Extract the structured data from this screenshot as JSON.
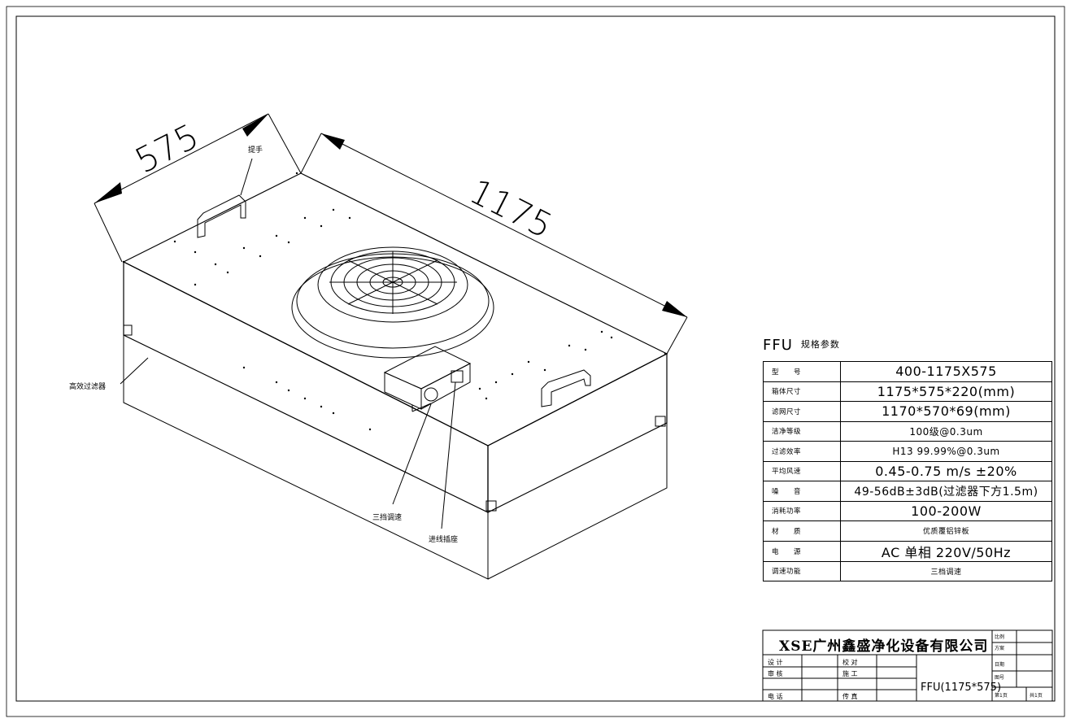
{
  "dimensions": {
    "width_label": "575",
    "length_label": "1175"
  },
  "callouts": {
    "handle": "提手",
    "hepa_filter": "高效过滤器",
    "speed_control": "三挡调速",
    "power_socket": "进线插座"
  },
  "spec": {
    "title": "FFU",
    "subtitle": "规格参数",
    "rows": [
      {
        "label": "型　　号",
        "value": "400-1175X575"
      },
      {
        "label": "箱体尺寸",
        "value": "1175*575*220(mm)"
      },
      {
        "label": "滤网尺寸",
        "value": "1170*570*69(mm)"
      },
      {
        "label": "洁净等级",
        "value": "100级@0.3um"
      },
      {
        "label": "过滤效率",
        "value": "H13 99.99%@0.3um"
      },
      {
        "label": "平均风速",
        "value": "0.45-0.75 m/s ±20%"
      },
      {
        "label": "噪　　音",
        "value": "49-56dB±3dB(过滤器下方1.5m)"
      },
      {
        "label": "消耗功率",
        "value": "100-200W"
      },
      {
        "label": "材　　质",
        "value": "优质覆铝锌板"
      },
      {
        "label": "电　　源",
        "value": "AC 单相 220V/50Hz"
      },
      {
        "label": "调速功能",
        "value": "三档调速"
      }
    ]
  },
  "title_block": {
    "company": "XSE广州鑫盛净化设备有限公司",
    "scale_label": "比例",
    "scheme_label": "方案",
    "date_label": "日期",
    "drawing_no_label": "图号",
    "sheet_label": "第1页",
    "total_label": "共1页",
    "design_label": "设 计",
    "review_label": "审 核",
    "phone_label": "电 话",
    "check_label": "校 对",
    "construct_label": "施 工",
    "fax_label": "传 真",
    "drawing_name": "FFU(1175*575)"
  }
}
